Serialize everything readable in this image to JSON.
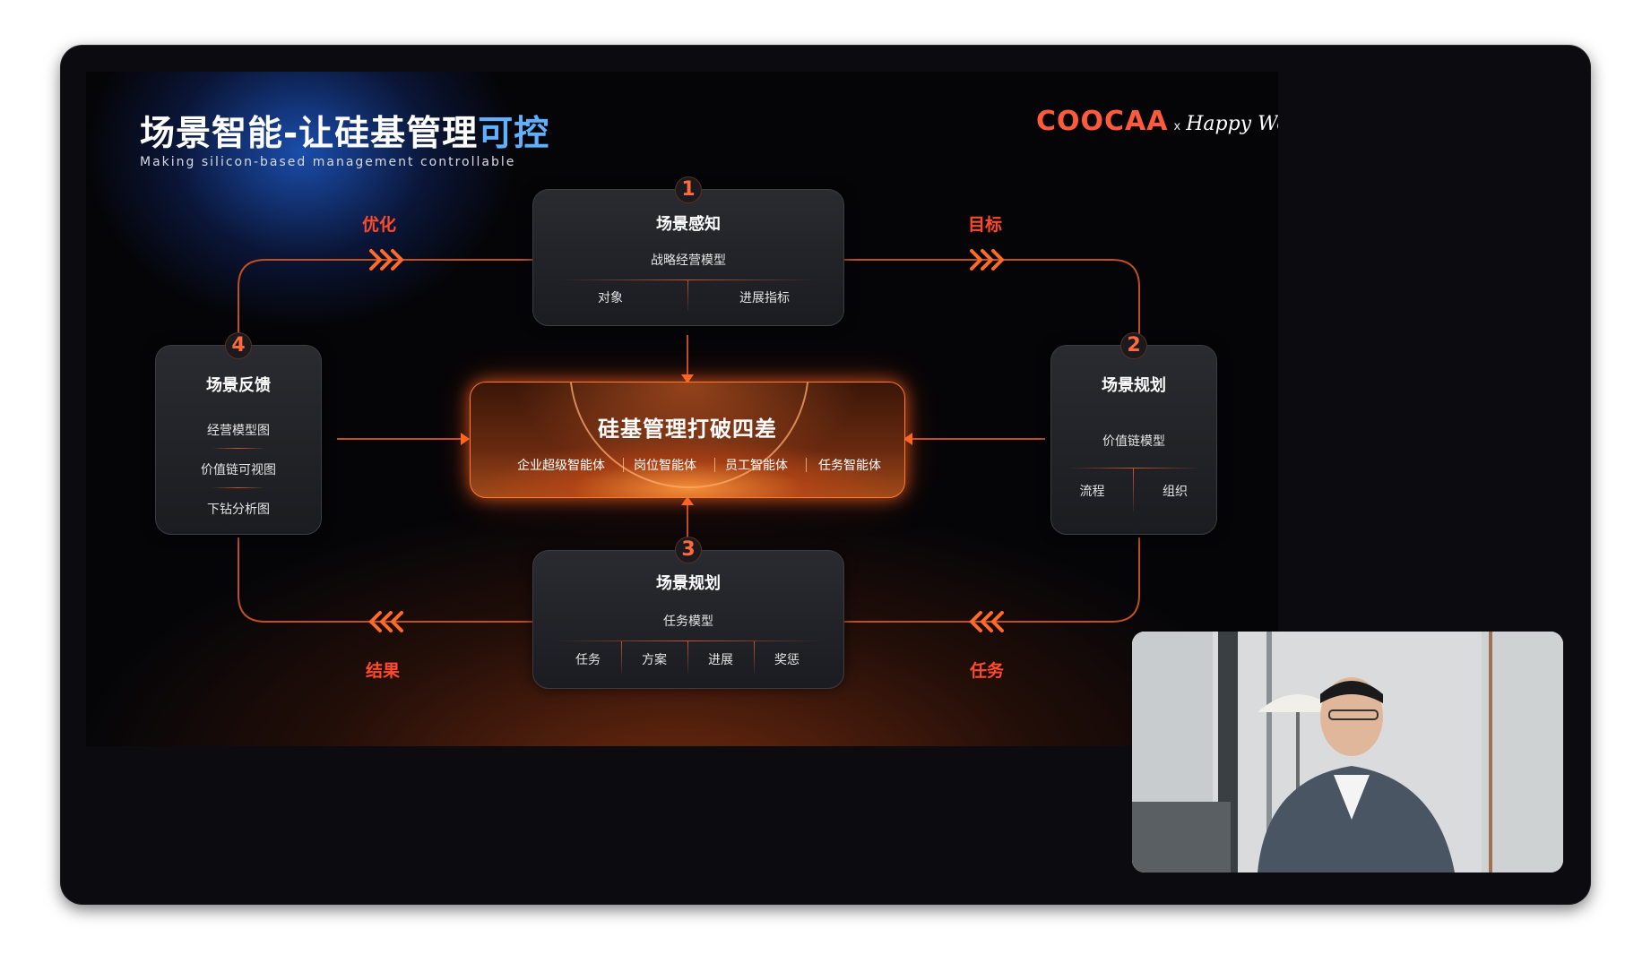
{
  "slide": {
    "title_main": "场景智能-让硅基管理",
    "title_highlight": "可控",
    "subtitle": "Making silicon-based management controllable",
    "logo": {
      "brand": "COOCAA",
      "separator": "x",
      "partner": "Happy Work"
    }
  },
  "cards": {
    "top": {
      "number": "1",
      "title": "场景感知",
      "subtitle": "战略经营模型",
      "cells": [
        "对象",
        "进展指标"
      ]
    },
    "right": {
      "number": "2",
      "title": "场景规划",
      "subtitle": "价值链模型",
      "cells": [
        "流程",
        "组织"
      ]
    },
    "bottom": {
      "number": "3",
      "title": "场景规划",
      "subtitle": "任务模型",
      "cells": [
        "任务",
        "方案",
        "进展",
        "奖惩"
      ]
    },
    "left": {
      "number": "4",
      "title": "场景反馈",
      "items": [
        "经营模型图",
        "价值链可视图",
        "下钻分析图"
      ]
    }
  },
  "center": {
    "title": "硅基管理打破四差",
    "items": [
      "企业超级智能体",
      "岗位智能体",
      "员工智能体",
      "任务智能体"
    ]
  },
  "tags": {
    "top_left": "优化",
    "top_right": "目标",
    "bottom_left": "结果",
    "bottom_right": "任务"
  },
  "colors": {
    "accent": "#ff4a2a",
    "highlight_blue": "#5fb0ff",
    "window_bg": "#0c0c10"
  }
}
